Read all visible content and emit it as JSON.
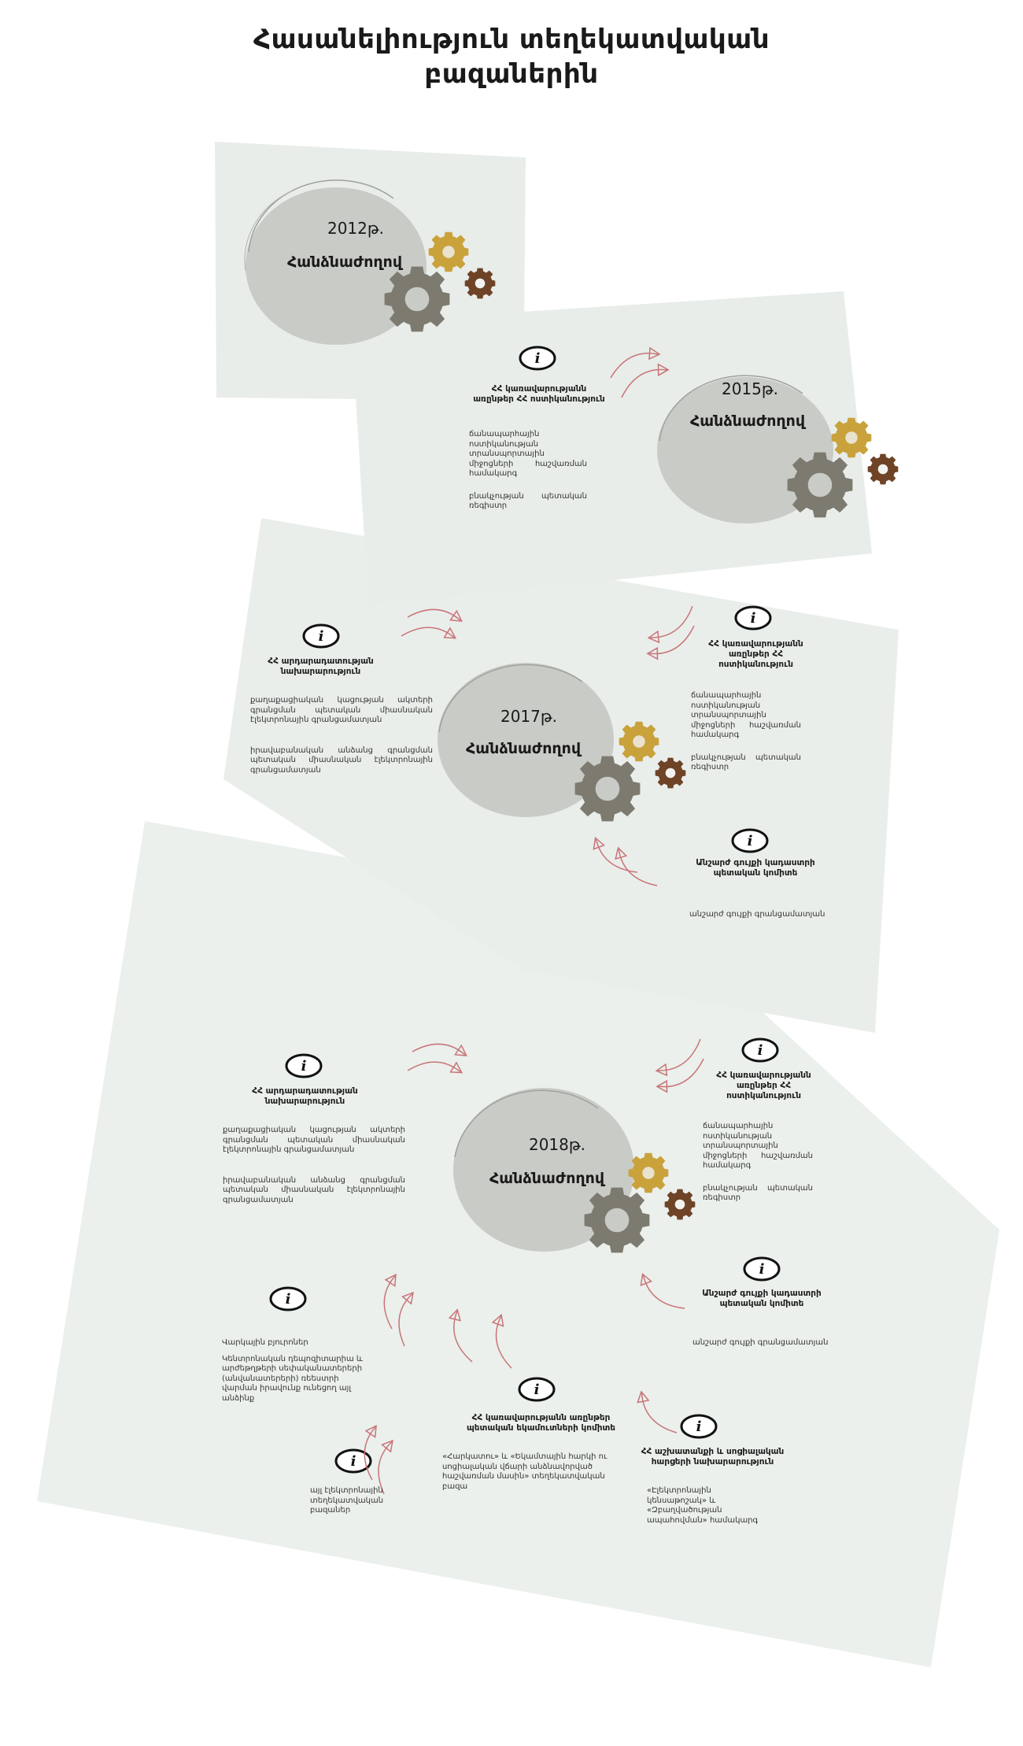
{
  "title": {
    "line1": "Հասանելիություն տեղեկատվական",
    "line2": "բազաներին"
  },
  "stages": {
    "s2012": {
      "year": "2012թ.",
      "label": "Հանձնաժողով"
    },
    "s2015": {
      "year": "2015թ.",
      "label": "Հանձնաժողով"
    },
    "s2017": {
      "year": "2017թ.",
      "label": "Հանձնաժողով"
    },
    "s2018": {
      "year": "2018թ.",
      "label": "Հանձնաժողով"
    }
  },
  "agencies": {
    "police": "ՀՀ կառավարությանն առընթեր ՀՀ ոստիկանություն",
    "justice": "ՀՀ արդարադատության նախարարություն",
    "state_property": "Անշարժ գույքի կադաստրի պետական կոմիտե",
    "revenue": "ՀՀ կառավարությանն առընթեր պետական եկամուտների կոմիտե",
    "labor": "ՀՀ աշխատանքի և սոցիալական հարցերի նախարարություն"
  },
  "databases": {
    "traffic": "ճանապարհային ոստիկանության տրանսպորտային միջոցների հաշվառման համակարգ",
    "population": "բնակչության պետական ռեգիստր",
    "civil_status": "քաղաքացիական կացության ակտերի գրանցման պետական միասնական էլեկտրոնային գրանցամատյան",
    "legal_entities": "իրավաբանական անձանց գրանցման պետական միասնական էլեկտրոնային գրանցամատյան",
    "property": "անշարժ գույքի գրանցամատյան",
    "tax": "«Հարկատու» և «Եկամտային հարկի ու սոցիալական վճարի անձնավորված հաշվառման մասին» տեղեկատվական բազա",
    "social": "«Էլեկտրոնային կենսաթոշակ» և «Զբաղվածության ապահովման» համակարգ",
    "credit_bureau": "Վարկային բյուրոներ",
    "central_depository": "Կենտրոնական դեպոզիտարիա և արժեթղթերի սեփականատերերի (անվանատերերի) ռեեստրի վարման իրավունք ունեցող այլ անձինք",
    "other": "այլ էլեկտրոնային տեղեկատվական բազաներ"
  },
  "colors": {
    "panel": "#e8ede9",
    "circle": "#c9cbc6",
    "gear_gold": "#c9a23c",
    "gear_gray": "#7d7a70",
    "gear_brown": "#6e4326",
    "arrow": "#c97478"
  }
}
